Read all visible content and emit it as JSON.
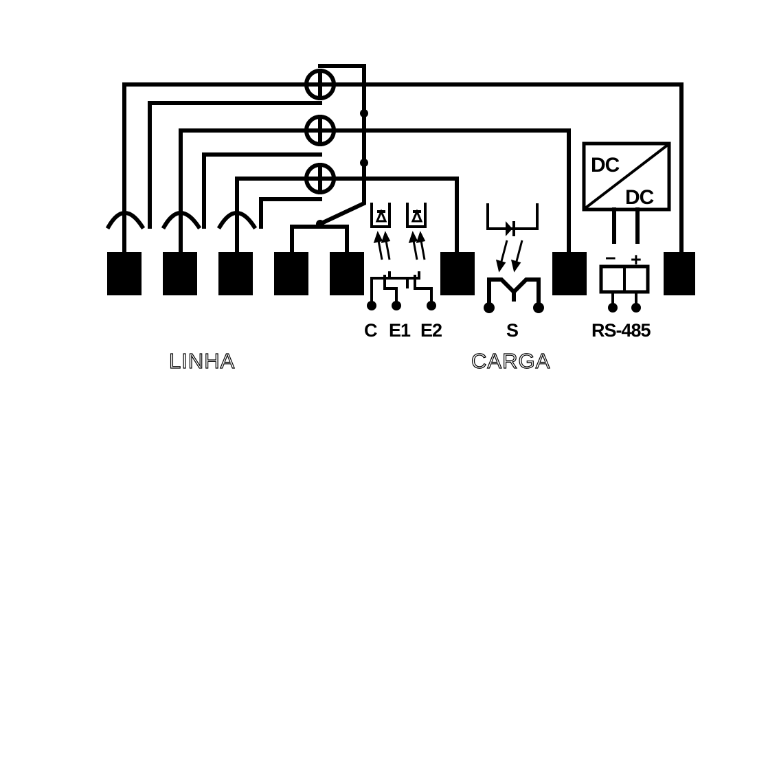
{
  "labels": {
    "linha": "LINHA",
    "carga": "CARGA",
    "c": "C",
    "e1": "E1",
    "e2": "E2",
    "s": "S",
    "rs485": "RS-485",
    "dc_top": "DC",
    "dc_bottom": "DC",
    "minus": "−",
    "plus": "+"
  }
}
